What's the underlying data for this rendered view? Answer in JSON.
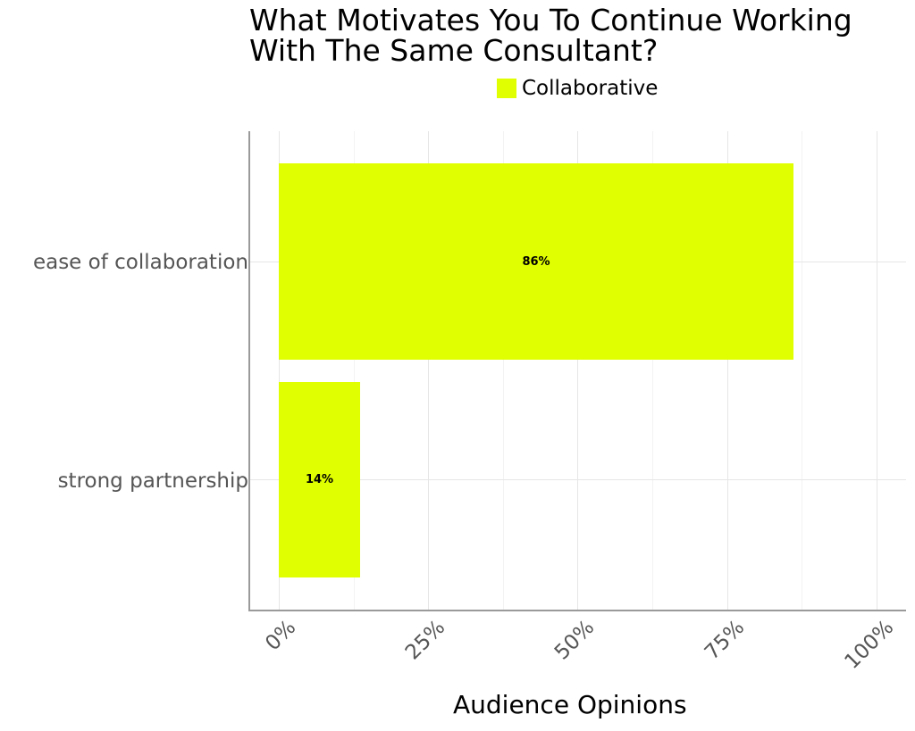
{
  "chart_data": {
    "type": "bar",
    "orientation": "horizontal",
    "title": "What Motivates You To Continue Working\nWith The Same Consultant?",
    "categories": [
      "ease of collaboration",
      "strong partnership"
    ],
    "series": [
      {
        "name": "Collaborative",
        "color": "#E0FF00",
        "values": [
          86,
          14
        ]
      }
    ],
    "data_labels": [
      "86%",
      "14%"
    ],
    "xlabel": "Audience Opinions",
    "ylabel": "",
    "xlim": [
      0,
      100
    ],
    "xticks": [
      "0%",
      "25%",
      "50%",
      "75%",
      "100%"
    ],
    "grid": true,
    "legend_position": "top"
  },
  "title": "What Motivates You To Continue Working\nWith The Same Consultant?",
  "legend": {
    "label": "Collaborative",
    "color": "#E0FF00"
  },
  "yticks": [
    "ease of collaboration",
    "strong partnership"
  ],
  "xticks": [
    "0%",
    "25%",
    "50%",
    "75%",
    "100%"
  ],
  "bars": [
    {
      "label": "86%",
      "value": 86
    },
    {
      "label": "14%",
      "value": 14
    }
  ],
  "xlabel": "Audience Opinions"
}
